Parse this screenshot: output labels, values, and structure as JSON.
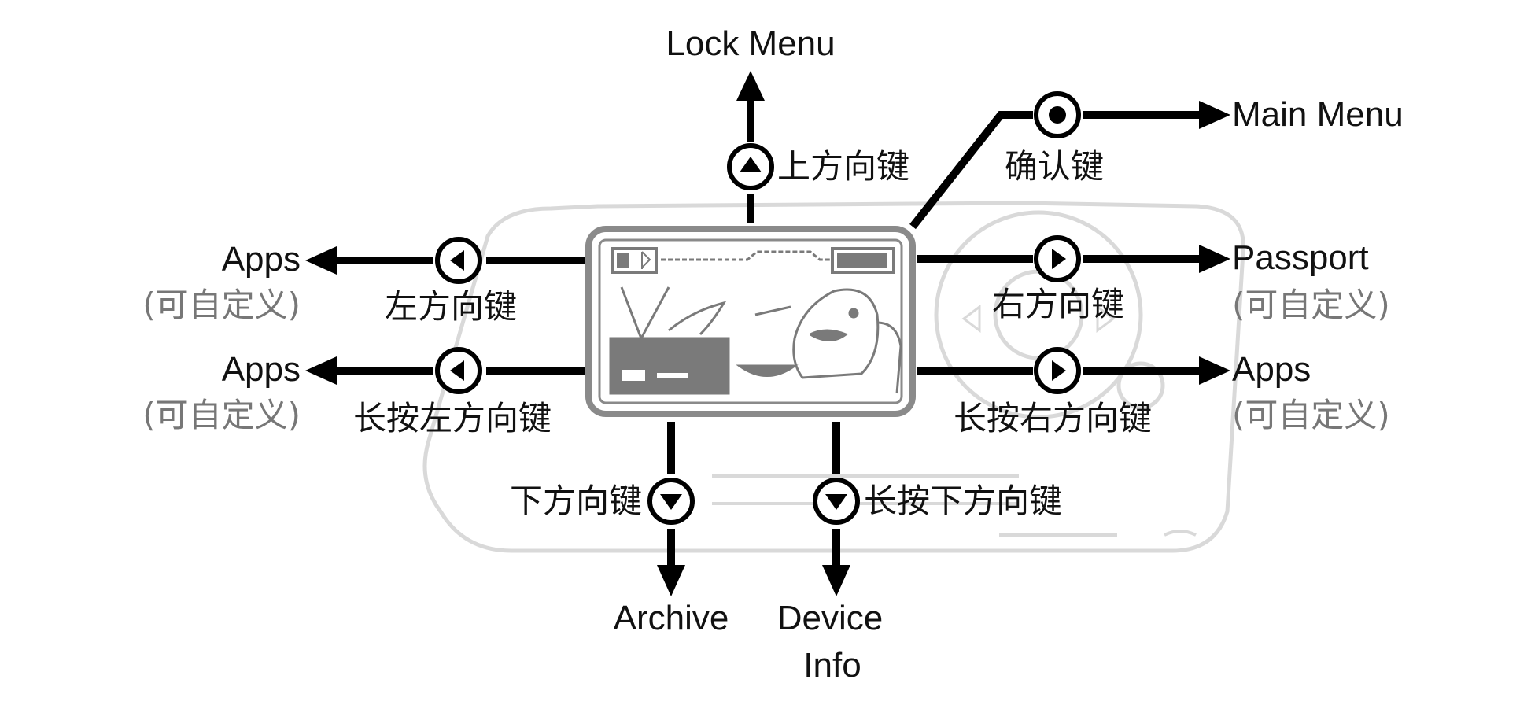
{
  "colors": {
    "line": "#000000",
    "text": "#111111",
    "secondary_text": "#777777",
    "device_outline": "#d9d9d9",
    "screen_frame": "#8a8a8a",
    "pixel_art": "#7a7a7a"
  },
  "labels": {
    "up": {
      "key": "上方向键",
      "action": "Lock Menu",
      "icon": "circle-up-icon"
    },
    "ok": {
      "key": "确认键",
      "action": "Main Menu",
      "icon": "circle-dot-icon"
    },
    "left": {
      "key": "左方向键",
      "action": "Apps",
      "note": "(可自定义)",
      "icon": "circle-left-icon"
    },
    "left_long": {
      "key": "长按左方向键",
      "action": "Apps",
      "note": "(可自定义)",
      "icon": "circle-left-icon"
    },
    "right": {
      "key": "右方向键",
      "action": "Passport",
      "note": "(可自定义)",
      "icon": "circle-right-icon"
    },
    "right_long": {
      "key": "长按右方向键",
      "action": "Apps",
      "note": "(可自定义)",
      "icon": "circle-right-icon"
    },
    "down": {
      "key": "下方向键",
      "action": "Archive",
      "icon": "circle-down-icon"
    },
    "down_long": {
      "key": "长按下方向键",
      "action_line1": "Device",
      "action_line2": "Info",
      "icon": "circle-down-icon"
    }
  }
}
